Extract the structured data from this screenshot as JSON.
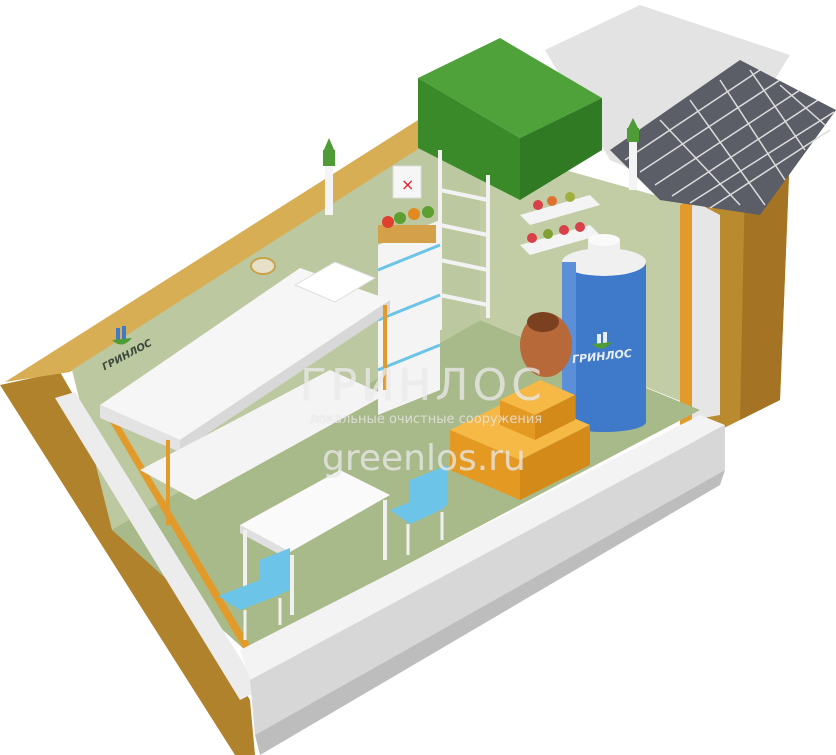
{
  "brand": {
    "wall_logo": "ГРИНЛОС",
    "tank_logo": "ГРИНЛОС"
  },
  "watermark": {
    "brand": "ГРИНЛОС",
    "tagline": "локальные очистные сооружения",
    "url": "greenlos.ru"
  },
  "colors": {
    "soil": "#b98a2e",
    "wall_interior": "#b9c69c",
    "floor": "#a8b98a",
    "hatch": "#4f9b36",
    "tank": "#3f79c9",
    "boxes": "#f0a830",
    "chairs": "#6cc4e8"
  }
}
